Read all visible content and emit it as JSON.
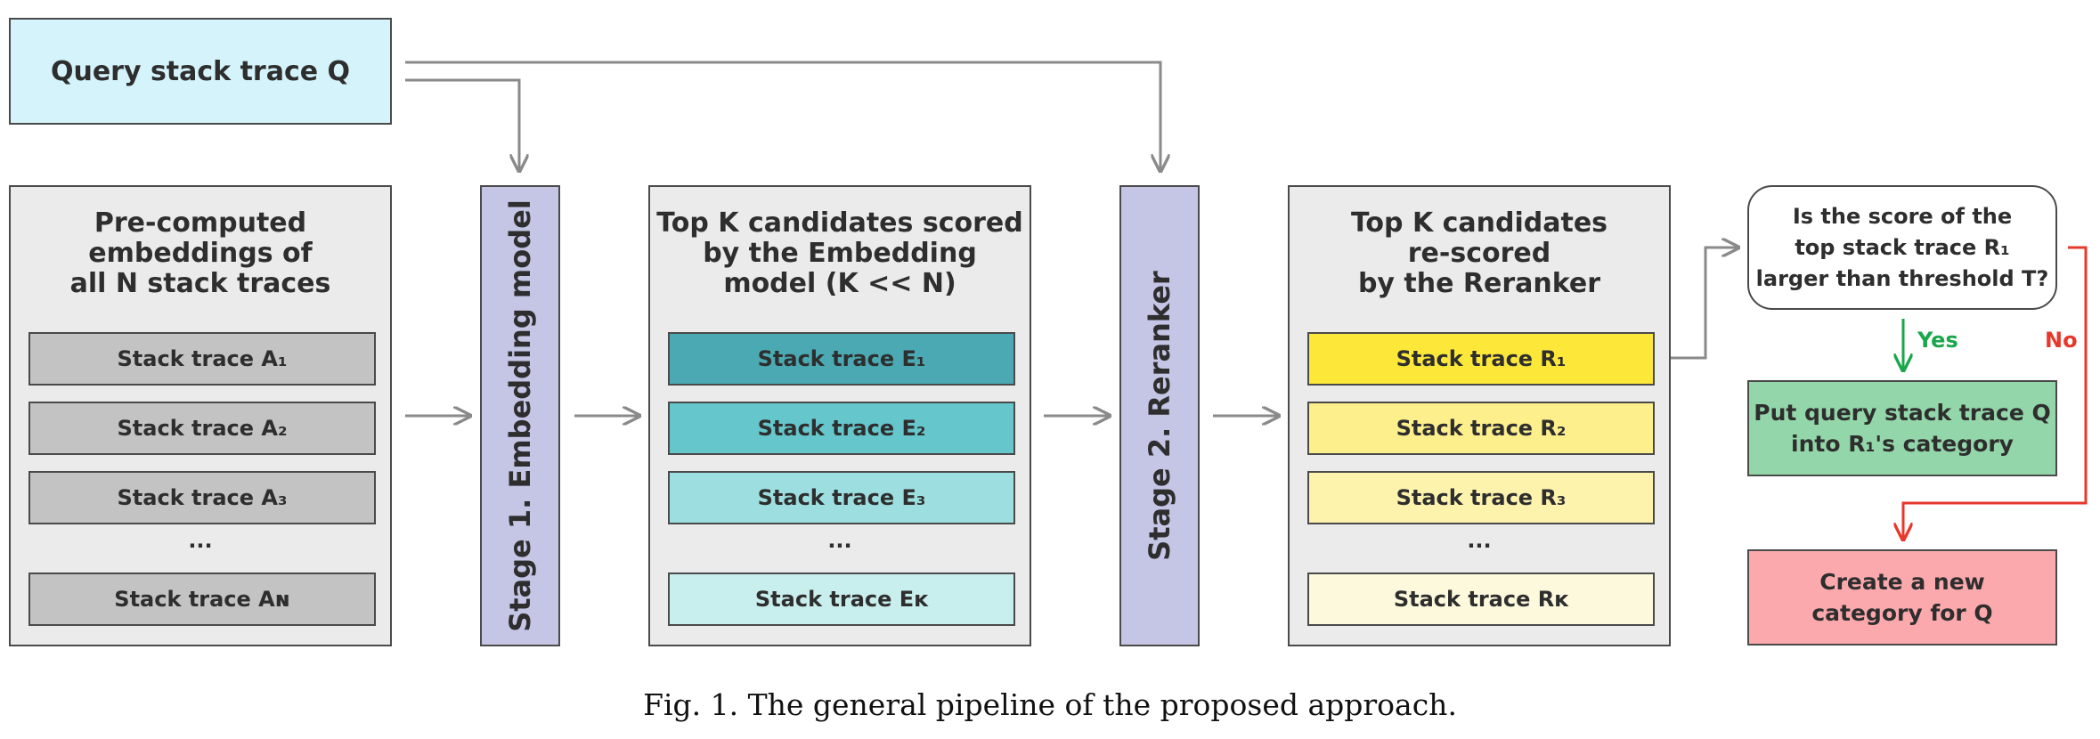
{
  "query": {
    "label": "Query stack trace Q"
  },
  "panel_precomputed": {
    "title_lines": [
      "Pre-computed",
      "embeddings of",
      "all N stack traces"
    ],
    "items": [
      "Stack trace A₁",
      "Stack trace A₂",
      "Stack trace A₃",
      "Stack trace Aɴ"
    ],
    "ellipsis": "...",
    "fill": "#c3c3c3"
  },
  "stage1": {
    "label": "Stage 1. Embedding model"
  },
  "panel_topk": {
    "title_lines": [
      "Top K candidates scored",
      "by the Embedding",
      "model (K << N)"
    ],
    "items": [
      "Stack trace E₁",
      "Stack trace E₂",
      "Stack trace E₃",
      "Stack trace Eᴋ"
    ],
    "ellipsis": "...",
    "fills": [
      "#4aa9b2",
      "#65c6cc",
      "#9ddfe0",
      "#c9eeee"
    ]
  },
  "stage2": {
    "label": "Stage 2. Reranker"
  },
  "panel_rescored": {
    "title_lines": [
      "Top K candidates",
      "re-scored",
      "by the Reranker"
    ],
    "items": [
      "Stack trace R₁",
      "Stack trace R₂",
      "Stack trace R₃",
      "Stack trace Rᴋ"
    ],
    "ellipsis": "...",
    "fills": [
      "#fde83a",
      "#fdef8c",
      "#fdf3ad",
      "#fdf9dc"
    ]
  },
  "decision": {
    "lines": [
      "Is the score of the",
      "top stack trace R₁",
      "larger than threshold T?"
    ]
  },
  "branch": {
    "yes": "Yes",
    "no": "No",
    "yes_color": "#1aa64a",
    "no_color": "#e8382c"
  },
  "outcome_yes": {
    "lines": [
      "Put query stack trace Q",
      "into R₁'s category"
    ]
  },
  "outcome_no": {
    "lines": [
      "Create a new",
      "category for Q"
    ]
  },
  "caption": "Fig. 1.  The general pipeline of the proposed approach."
}
